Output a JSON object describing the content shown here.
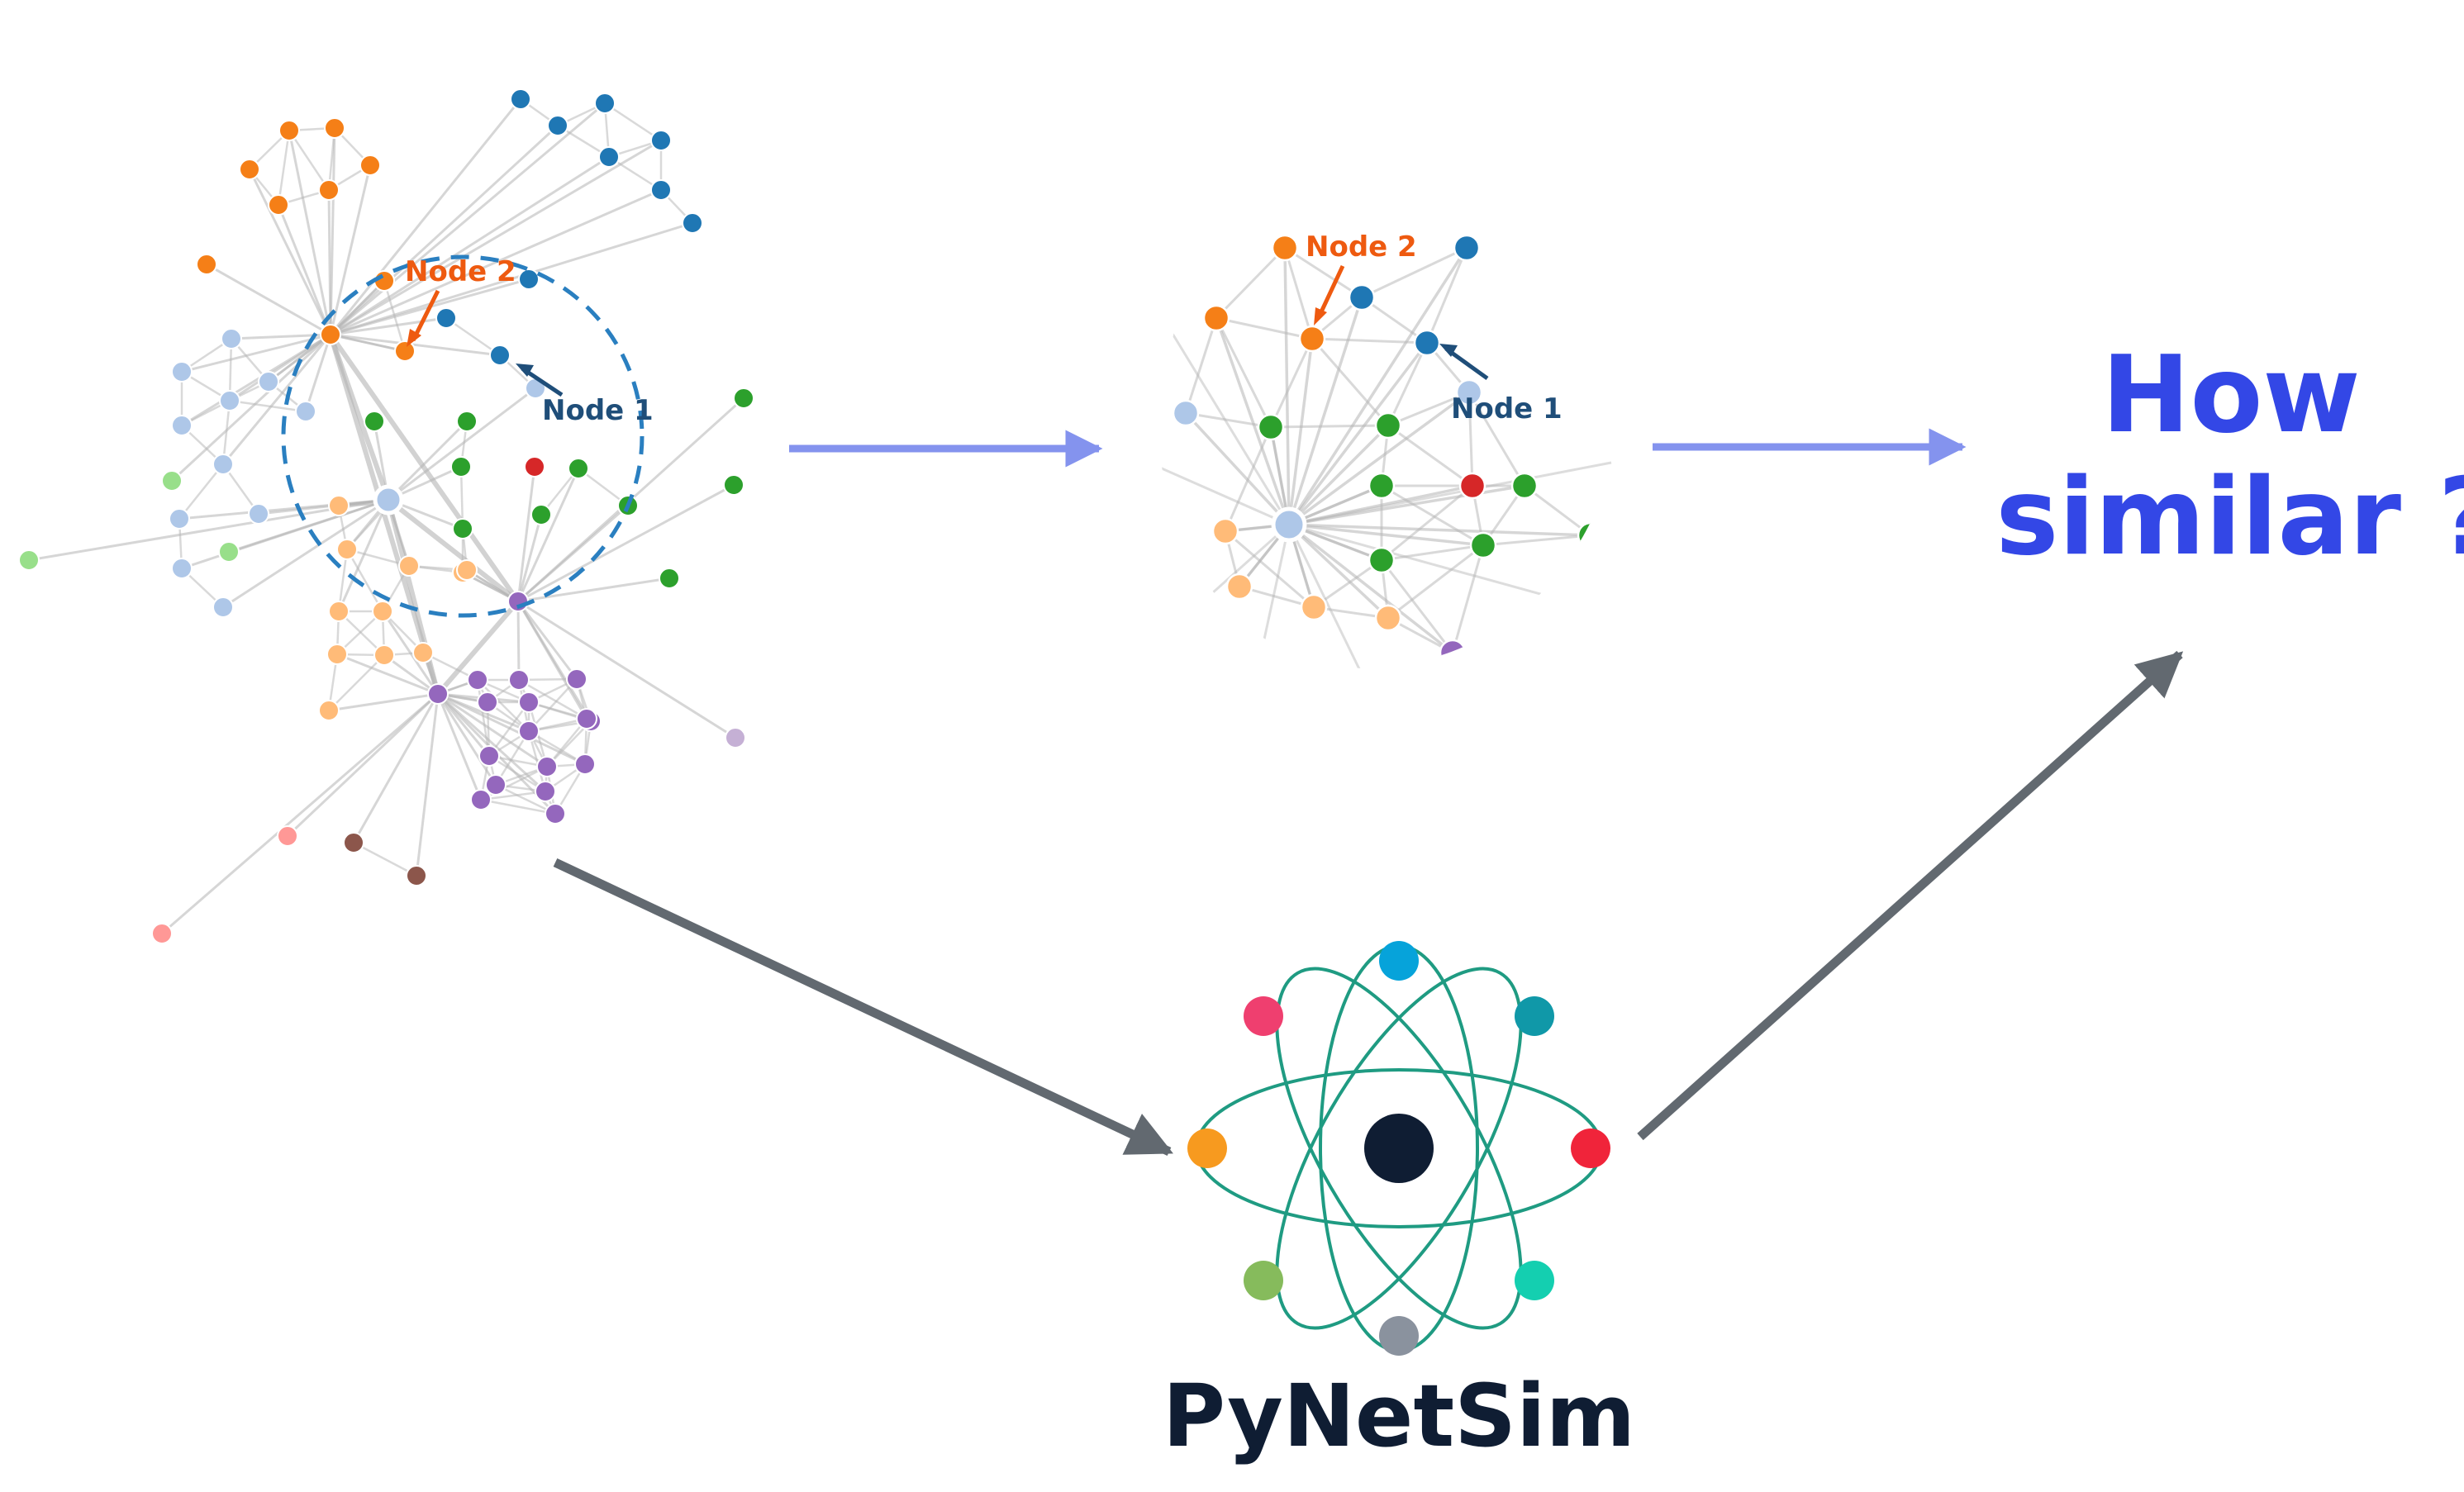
{
  "labels": {
    "node2": "Node 2",
    "node1": "Node 1",
    "question_line1": "How",
    "question_line2": "similar ?",
    "brand": "PyNetSim"
  },
  "colors": {
    "orange": "#f57f17",
    "blue": "#1f77b4",
    "lightblue": "#aec7e8",
    "green": "#2ca02c",
    "lightgreen": "#98df8a",
    "peach": "#ffbb78",
    "purple": "#9467bd",
    "red": "#d62728",
    "pink": "#ff9896",
    "brown": "#8c564b",
    "lavender": "#c5b0d5",
    "edge": "#b4b4b4",
    "flow_arrow": "#8493ee",
    "path_arrow": "#626970",
    "question_text": "#3347e6",
    "logo_orbit": "#1f9b82",
    "logo_nucleus": "#0f1d33"
  },
  "logo": {
    "icon": "atom-network-icon",
    "satellite_colors": [
      "#06a3da",
      "#1098a8",
      "#f0243a",
      "#14cfb0",
      "#8a929e",
      "#86bb5c",
      "#f79a1f",
      "#ef3f6f"
    ]
  }
}
